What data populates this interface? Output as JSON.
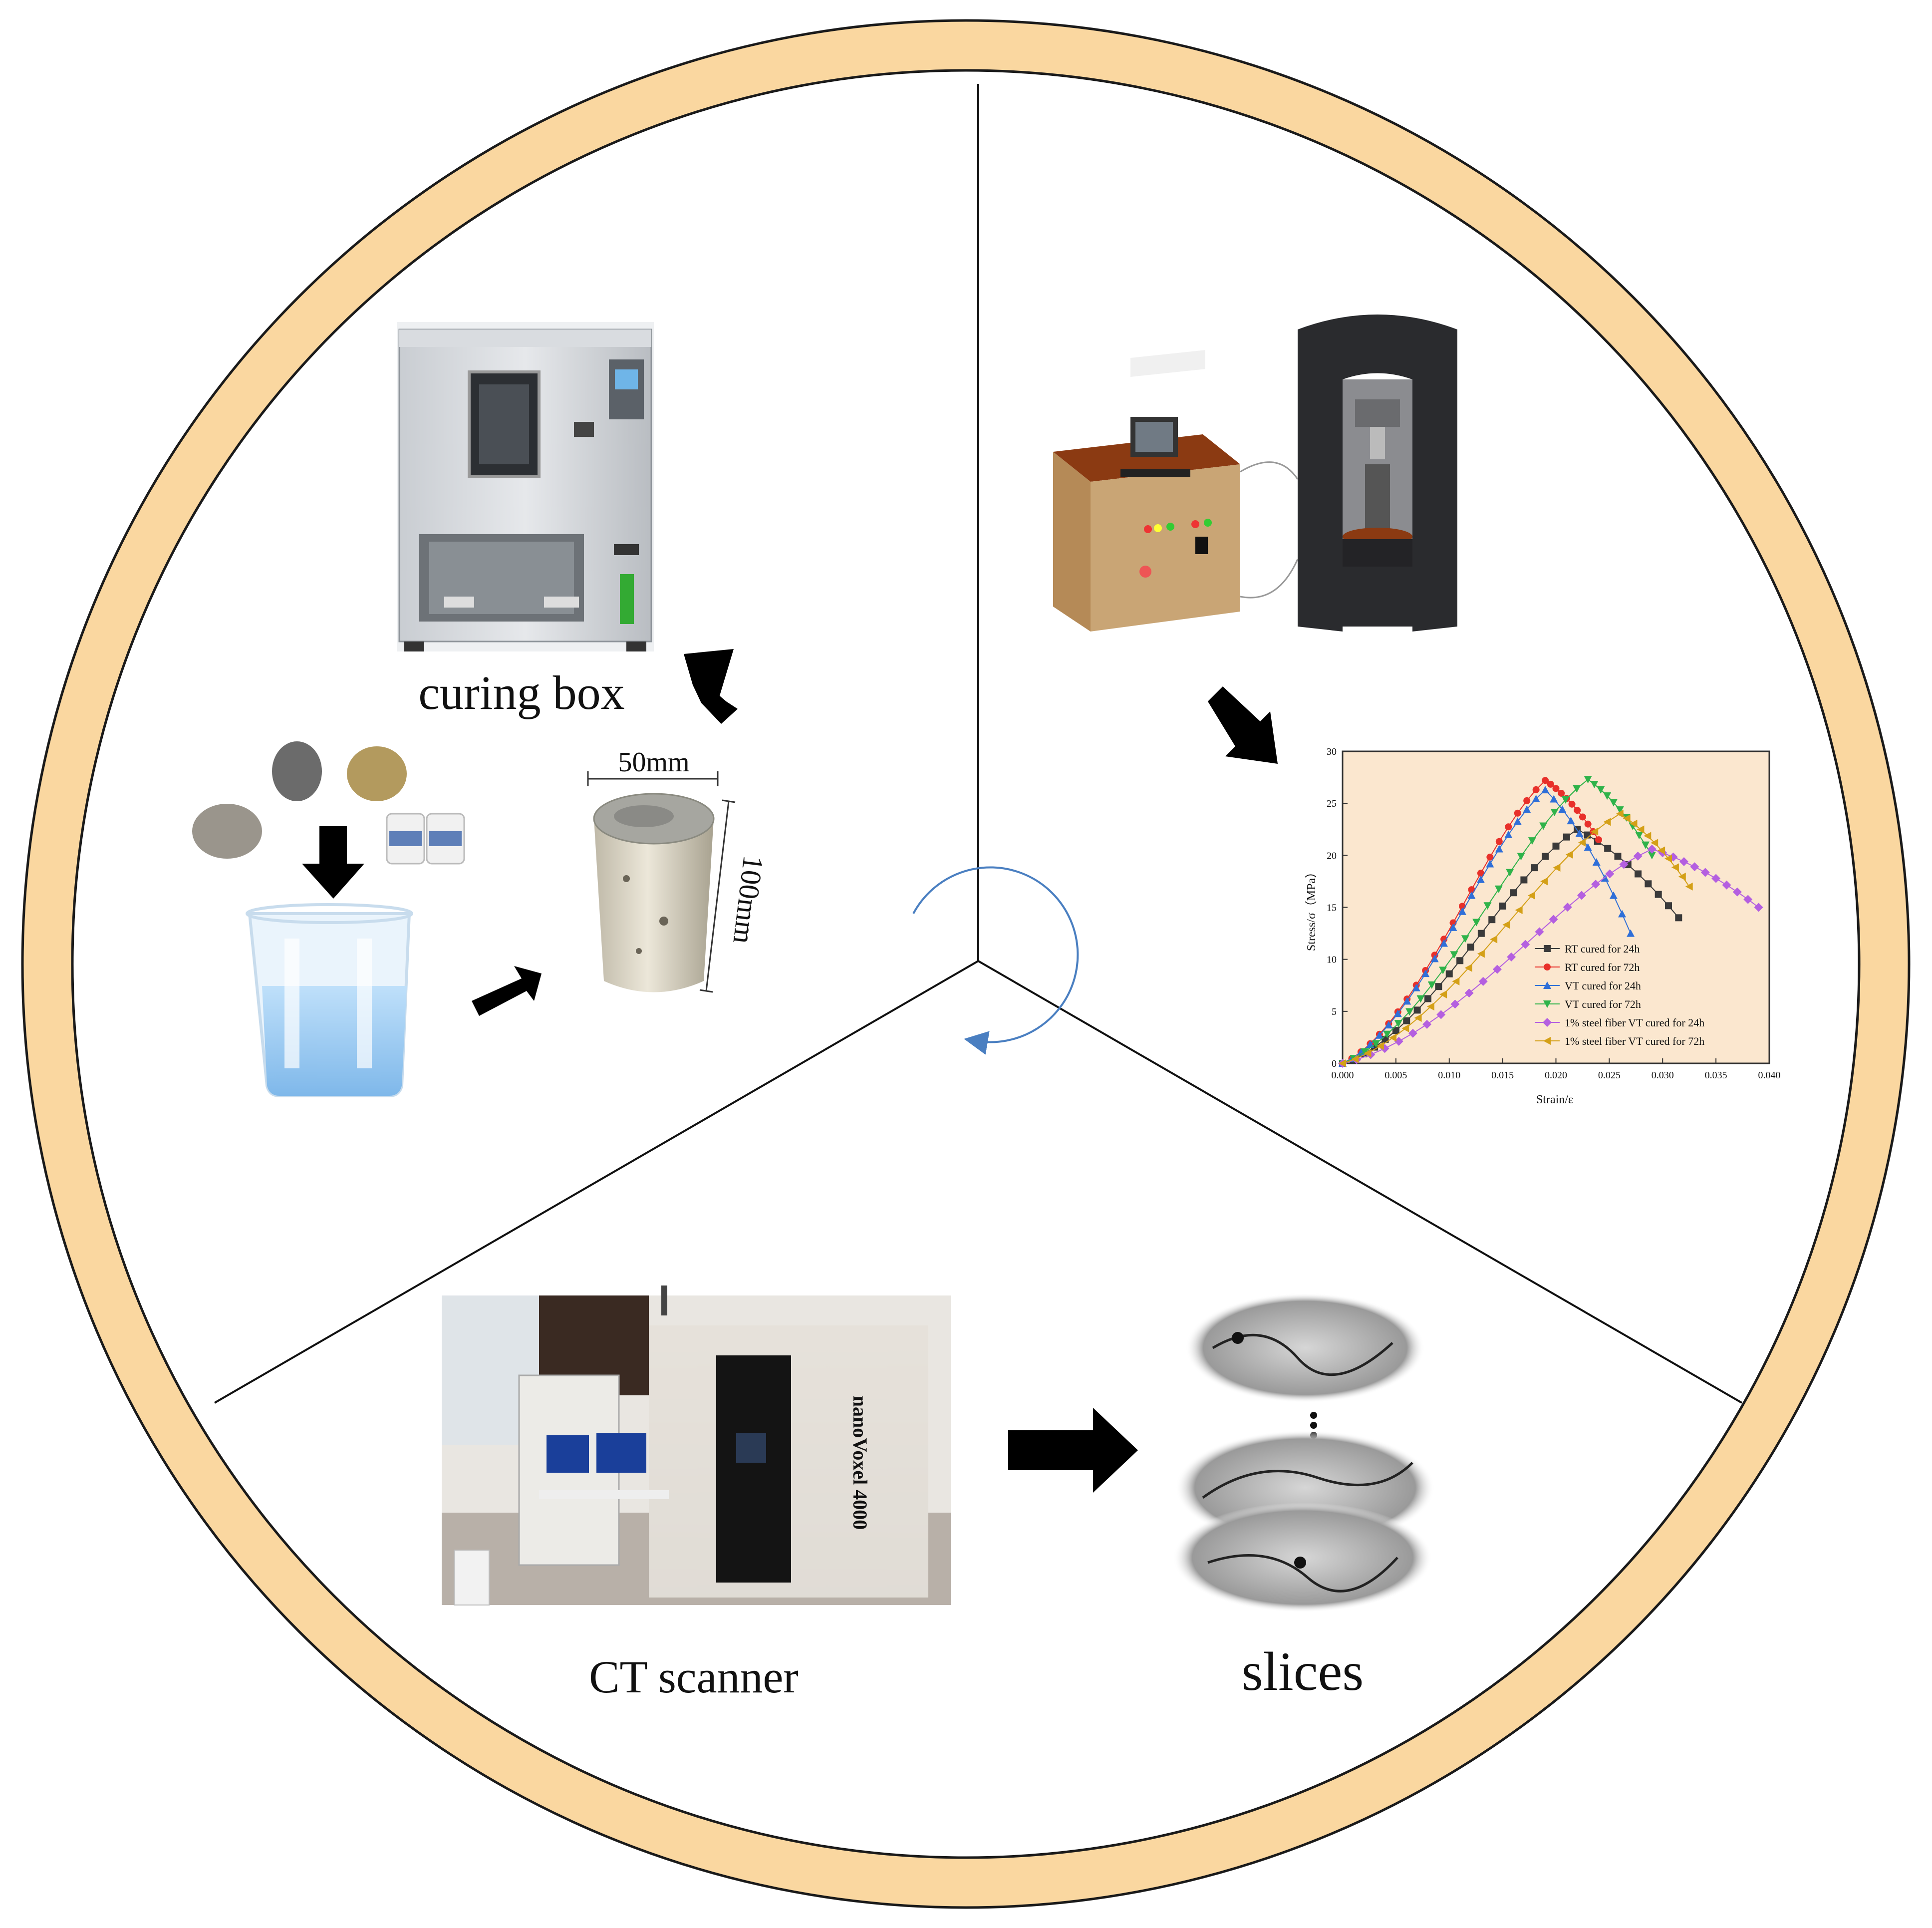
{
  "labels": {
    "curing_box": "curing box",
    "ct_scanner": "CT scanner",
    "slices": "slices",
    "diameter": "50mm",
    "height": "100mm",
    "scanner_brand": "nanoVoxel 4000"
  },
  "colors": {
    "ring": "#fad7a0",
    "ring_stroke": "#1a1a1a",
    "plot_bg": "#fbe7cf",
    "rotate_arrow": "#4a7fc1"
  },
  "chart_data": {
    "type": "scatter",
    "xlabel": "Strain/ε",
    "ylabel": "Stress/σ（MPa）",
    "xlim": [
      0,
      0.04
    ],
    "ylim": [
      0,
      30
    ],
    "x_ticks": [
      "0.000",
      "0.005",
      "0.010",
      "0.015",
      "0.020",
      "0.025",
      "0.030",
      "0.035",
      "0.040"
    ],
    "y_ticks": [
      "0",
      "5",
      "10",
      "15",
      "20",
      "25",
      "30"
    ],
    "legend_position": "lower-right",
    "series": [
      {
        "name": "RT cured for 24h",
        "color": "#3a3a3a",
        "marker": "square",
        "peak_x": 0.022,
        "peak_y": 22.5,
        "end_x": 0.0315,
        "end_y": 14.0
      },
      {
        "name": "RT cured for 72h",
        "color": "#e8302a",
        "marker": "circle",
        "peak_x": 0.019,
        "peak_y": 27.2,
        "end_x": 0.024,
        "end_y": 21.5
      },
      {
        "name": "VT cured for 24h",
        "color": "#2f6fd8",
        "marker": "triangle-up",
        "peak_x": 0.019,
        "peak_y": 26.3,
        "end_x": 0.027,
        "end_y": 12.5
      },
      {
        "name": "VT cured for 72h",
        "color": "#2fb34a",
        "marker": "triangle-down",
        "peak_x": 0.023,
        "peak_y": 27.3,
        "end_x": 0.029,
        "end_y": 20.0
      },
      {
        "name": "1% steel fiber VT cured for 24h",
        "color": "#b45fe0",
        "marker": "diamond",
        "peak_x": 0.029,
        "peak_y": 20.6,
        "end_x": 0.039,
        "end_y": 15.0
      },
      {
        "name": "1% steel fiber VT cured for 72h",
        "color": "#d4a017",
        "marker": "triangle-left",
        "peak_x": 0.026,
        "peak_y": 24.0,
        "end_x": 0.0325,
        "end_y": 17.0
      }
    ]
  }
}
